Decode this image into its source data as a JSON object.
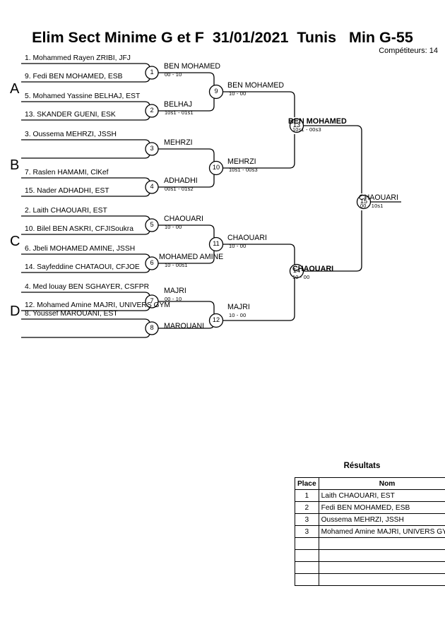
{
  "header": {
    "title": "Elim Sect Minime G et F  31/01/2021  Tunis   Min G-55",
    "competitors_label": "Compétiteurs: 14"
  },
  "groups": [
    {
      "letter": "A"
    },
    {
      "letter": "B"
    },
    {
      "letter": "C"
    },
    {
      "letter": "D"
    }
  ],
  "competitors": [
    {
      "seed": "1",
      "label": "1. Mohammed Rayen ZRIBI, JFJ"
    },
    {
      "seed": "9",
      "label": "9. Fedi BEN MOHAMED, ESB"
    },
    {
      "seed": "5",
      "label": "5. Mohamed Yassine BELHAJ, EST"
    },
    {
      "seed": "13",
      "label": "13. SKANDER GUENI, ESK"
    },
    {
      "seed": "3",
      "label": "3. Oussema MEHRZI, JSSH"
    },
    {
      "seed": "",
      "label": ""
    },
    {
      "seed": "7",
      "label": "7. Raslen HAMAMI, ClKef"
    },
    {
      "seed": "15",
      "label": "15. Nader ADHADHI, EST"
    },
    {
      "seed": "2",
      "label": "2. Laith CHAOUARI, EST"
    },
    {
      "seed": "10",
      "label": "10. Bilel BEN ASKRI, CFJISoukra"
    },
    {
      "seed": "6",
      "label": "6. Jbeli MOHAMED AMINE, JSSH"
    },
    {
      "seed": "14",
      "label": "14. Sayfeddine CHATAOUI, CFJOE"
    },
    {
      "seed": "4",
      "label": "4. Med louay BEN SGHAYER, CSFPR"
    },
    {
      "seed": "12",
      "label": "12. Mohamed Amine MAJRI, UNIVERS GYM"
    },
    {
      "seed": "8",
      "label": "8. Youssef MAROUANI, EST"
    },
    {
      "seed": "",
      "label": ""
    }
  ],
  "matches": [
    {
      "number": "1",
      "winner": "BEN MOHAMED",
      "score": "00 - 10",
      "bold": false
    },
    {
      "number": "2",
      "winner": "BELHAJ",
      "score": "10s1 - 01s1",
      "bold": false
    },
    {
      "number": "3",
      "winner": "MEHRZI",
      "score": "",
      "bold": false
    },
    {
      "number": "4",
      "winner": "ADHADHI",
      "score": "00s1 - 01s2",
      "bold": false
    },
    {
      "number": "5",
      "winner": "CHAOUARI",
      "score": "10 - 00",
      "bold": false
    },
    {
      "number": "6",
      "winner": "MOHAMED AMINE",
      "score": "10 - 00s1",
      "bold": false
    },
    {
      "number": "7",
      "winner": "MAJRI",
      "score": "00 - 10",
      "bold": false
    },
    {
      "number": "8",
      "winner": "MAROUANI",
      "score": "",
      "bold": false
    },
    {
      "number": "9",
      "winner": "BEN MOHAMED",
      "score": "10 - 00",
      "bold": false
    },
    {
      "number": "10",
      "winner": "MEHRZI",
      "score": "10s1 - 00s3",
      "bold": false
    },
    {
      "number": "11",
      "winner": "CHAOUARI",
      "score": "10 - 00",
      "bold": false
    },
    {
      "number": "12",
      "winner": "MAJRI",
      "score": "10 - 00",
      "bold": false
    },
    {
      "number": "13",
      "winner": "BEN MOHAMED",
      "score": "10s1 - 00s3",
      "bold": true
    },
    {
      "number": "14",
      "winner": "CHAOUARI",
      "score": "10 - 00",
      "bold": true
    },
    {
      "number": "15",
      "winner": "CHAOUARI",
      "score": "00 - 10s1",
      "bold": false
    }
  ],
  "results": {
    "title": "Résultats",
    "columns": [
      "Place",
      "Nom"
    ],
    "rows": [
      {
        "place": "1",
        "name": "Laith CHAOUARI, EST"
      },
      {
        "place": "2",
        "name": "Fedi BEN MOHAMED, ESB"
      },
      {
        "place": "3",
        "name": "Oussema MEHRZI, JSSH"
      },
      {
        "place": "3",
        "name": "Mohamed Amine MAJRI, UNIVERS GYM"
      },
      {
        "place": "",
        "name": ""
      },
      {
        "place": "",
        "name": ""
      },
      {
        "place": "",
        "name": ""
      },
      {
        "place": "",
        "name": ""
      }
    ]
  }
}
